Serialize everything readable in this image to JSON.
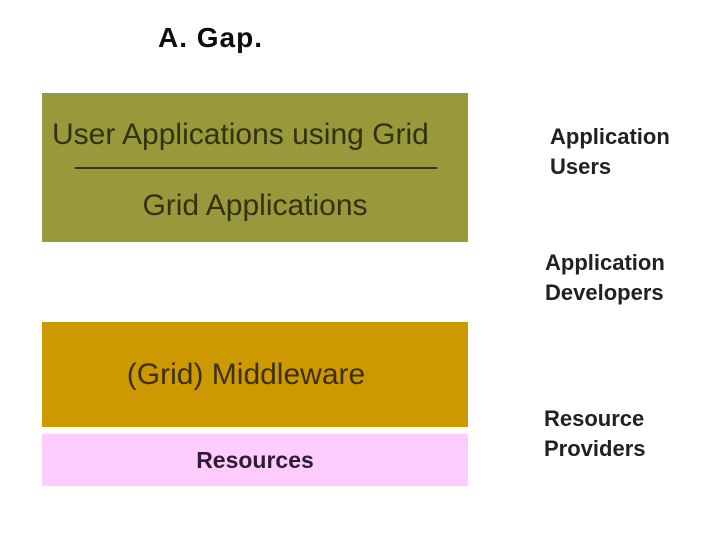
{
  "slide": {
    "title": "A. Gap.",
    "stack": {
      "applications_box": {
        "line1": "User Applications using Grid",
        "line2": "Grid Applications",
        "bg_color": "#99993c"
      },
      "middleware_box": {
        "label": "(Grid) Middleware",
        "bg_color": "#cc9900"
      },
      "resources_box": {
        "label": "Resources",
        "bg_color": "#ffccff"
      }
    },
    "side_labels": {
      "users": "Application\nUsers",
      "developers": "Application\nDevelopers",
      "providers": "Resource\nProviders"
    }
  }
}
